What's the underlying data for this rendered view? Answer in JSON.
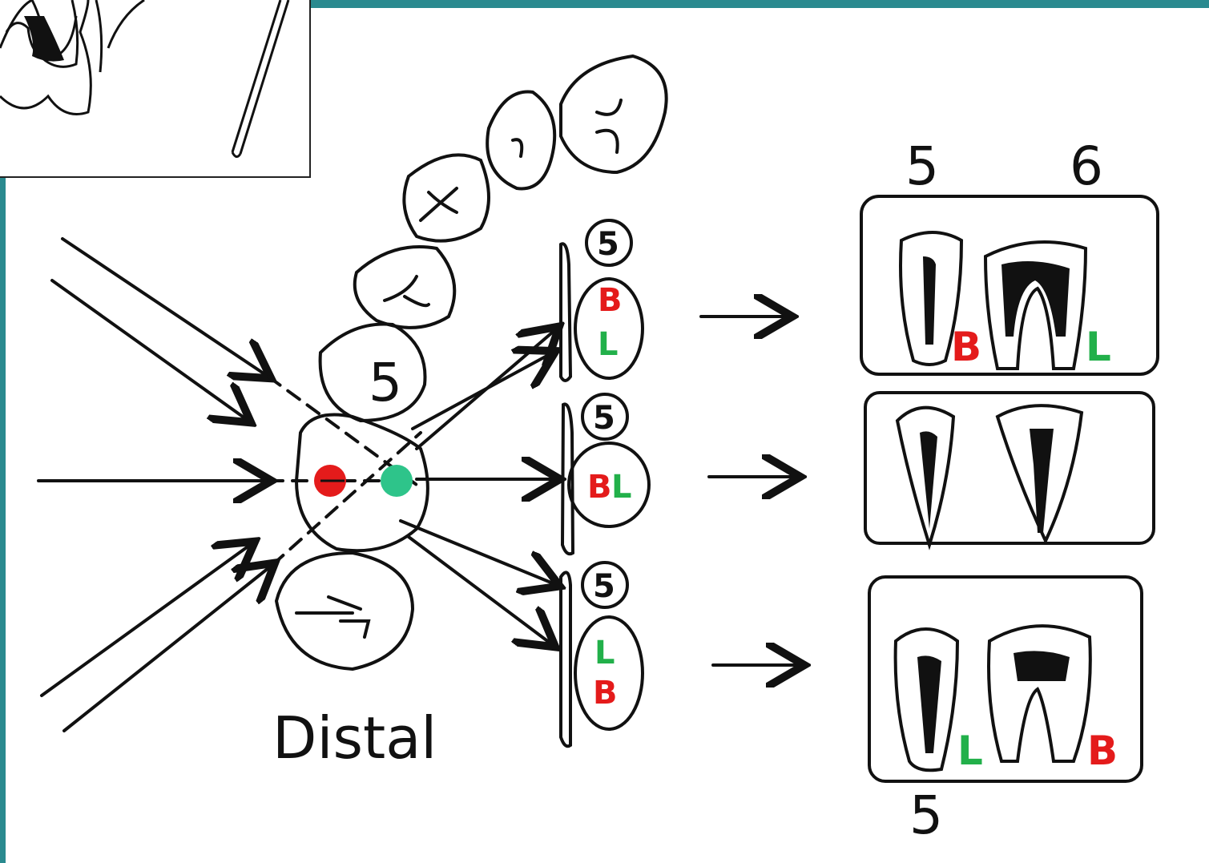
{
  "caption": "Distal",
  "colors": {
    "buccal": "#e41b1b",
    "lingual": "#22b04a",
    "frame": "#2a8a8f"
  },
  "arch": {
    "premolar_label": "5"
  },
  "sensors": [
    {
      "tooth": "5",
      "buccal": "B",
      "lingual": "L"
    },
    {
      "tooth": "5",
      "buccal": "B",
      "lingual": "L"
    },
    {
      "tooth": "5",
      "buccal": "B",
      "lingual": "L"
    }
  ],
  "films": {
    "top": {
      "label_left": "5",
      "label_right": "6",
      "buccal": "B",
      "lingual": "L"
    },
    "bottom": {
      "label_bottom": "5",
      "lingual": "L",
      "buccal": "B"
    }
  }
}
